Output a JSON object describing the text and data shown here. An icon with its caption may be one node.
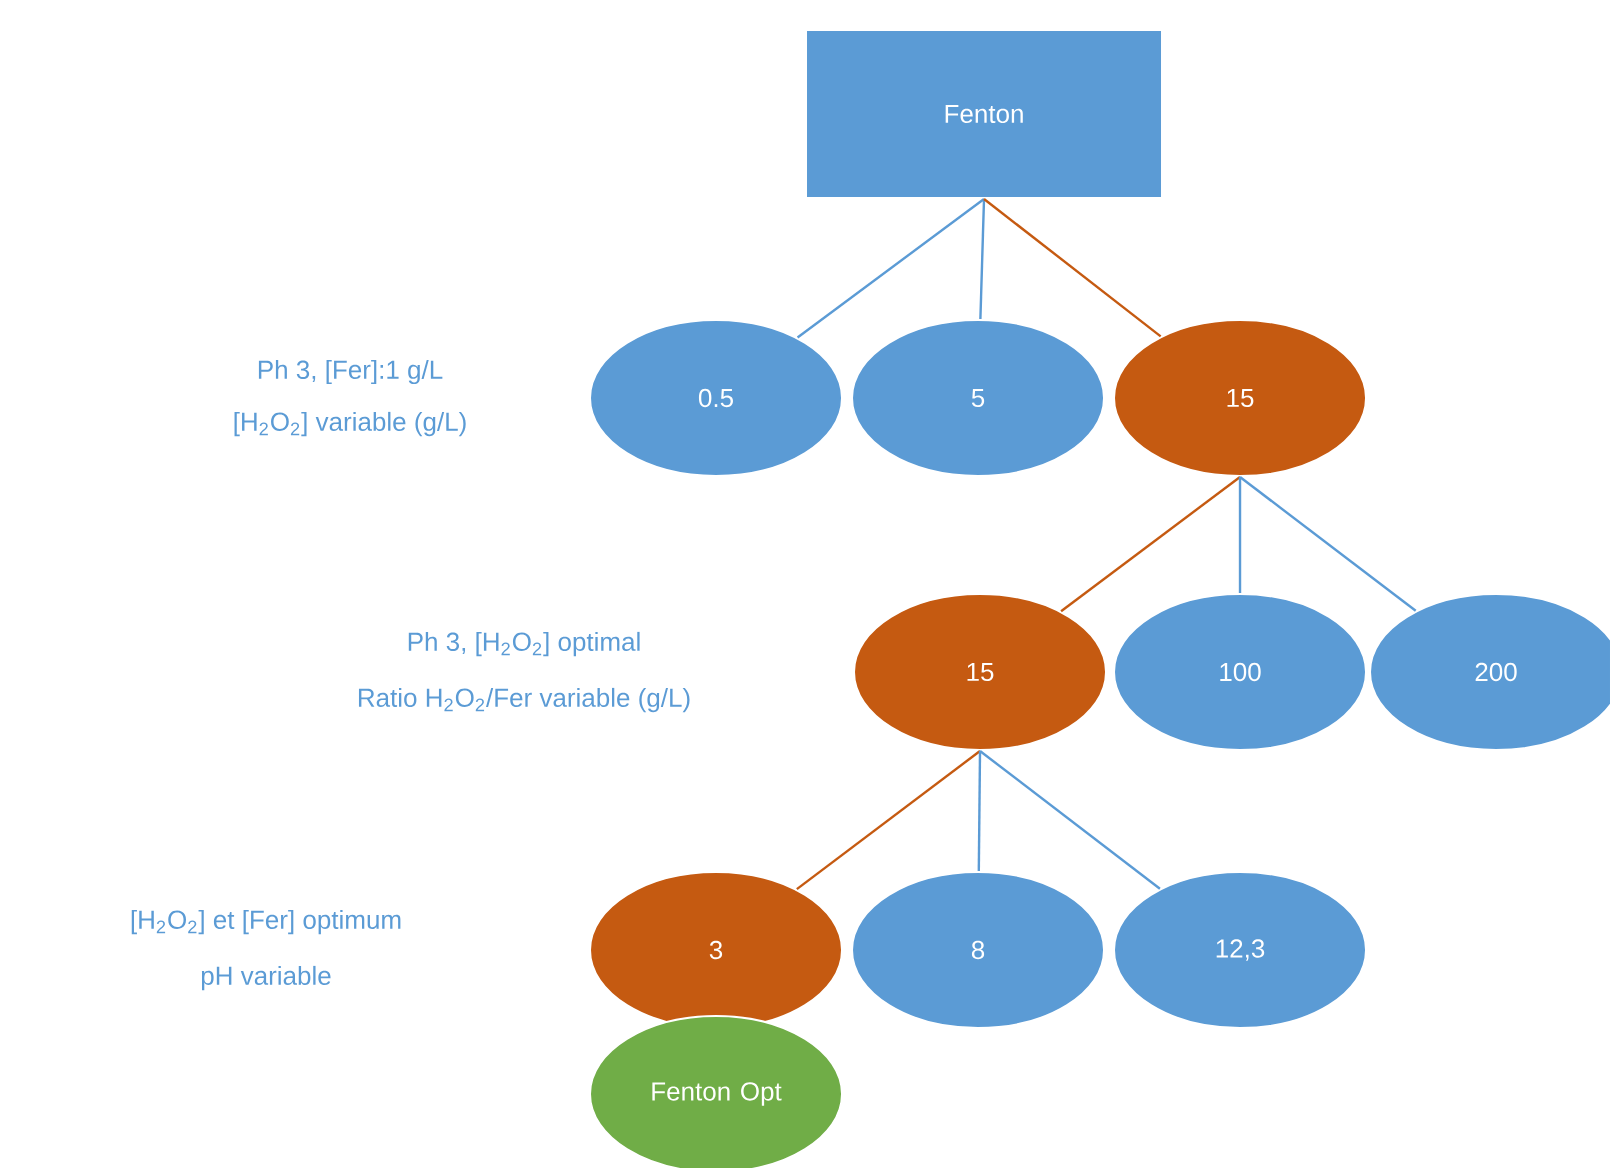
{
  "diagram": {
    "nodes": [
      {
        "text": [
          "Fenton"
        ]
      },
      {
        "text": [
          "0.5"
        ]
      },
      {
        "text": [
          "5"
        ]
      },
      {
        "text": [
          "15"
        ]
      },
      {
        "text": [
          "15"
        ]
      },
      {
        "text": [
          "100"
        ]
      },
      {
        "text": [
          "200"
        ]
      },
      {
        "text": [
          "3"
        ]
      },
      {
        "text": [
          "8"
        ]
      },
      {
        "text": [
          "12,3"
        ]
      },
      {
        "text": [
          "Fenton Opt"
        ]
      }
    ],
    "edges": [
      {
        "from": 0,
        "to": 1,
        "arrow": "none"
      },
      {
        "from": 0,
        "to": 2,
        "arrow": "none"
      },
      {
        "from": 0,
        "to": 3,
        "arrow": "none",
        "color": "#c55a11"
      },
      {
        "from": 3,
        "to": 4,
        "arrow": "none",
        "color": "#c55a11"
      },
      {
        "from": 3,
        "to": 5,
        "arrow": "none"
      },
      {
        "from": 3,
        "to": 6,
        "arrow": "none"
      },
      {
        "from": 4,
        "to": 7,
        "arrow": "none",
        "color": "#c55a11"
      },
      {
        "from": 4,
        "to": 8,
        "arrow": "none"
      },
      {
        "from": 4,
        "to": 9,
        "arrow": "none"
      }
    ],
    "labels": [
      "Ph 3, [Fer]:1 g/L",
      "[H$_{2}$O$_{2}$] variable (g/L)",
      "Ph 3, [H$_{2}$O$_{2}$] optimal",
      "Ratio H$_{2}$O$_{2}$/Fer variable (g/L)",
      "[H$_{2}$O$_{2}$] et [Fer] optimum",
      "pH variable"
    ]
  }
}
